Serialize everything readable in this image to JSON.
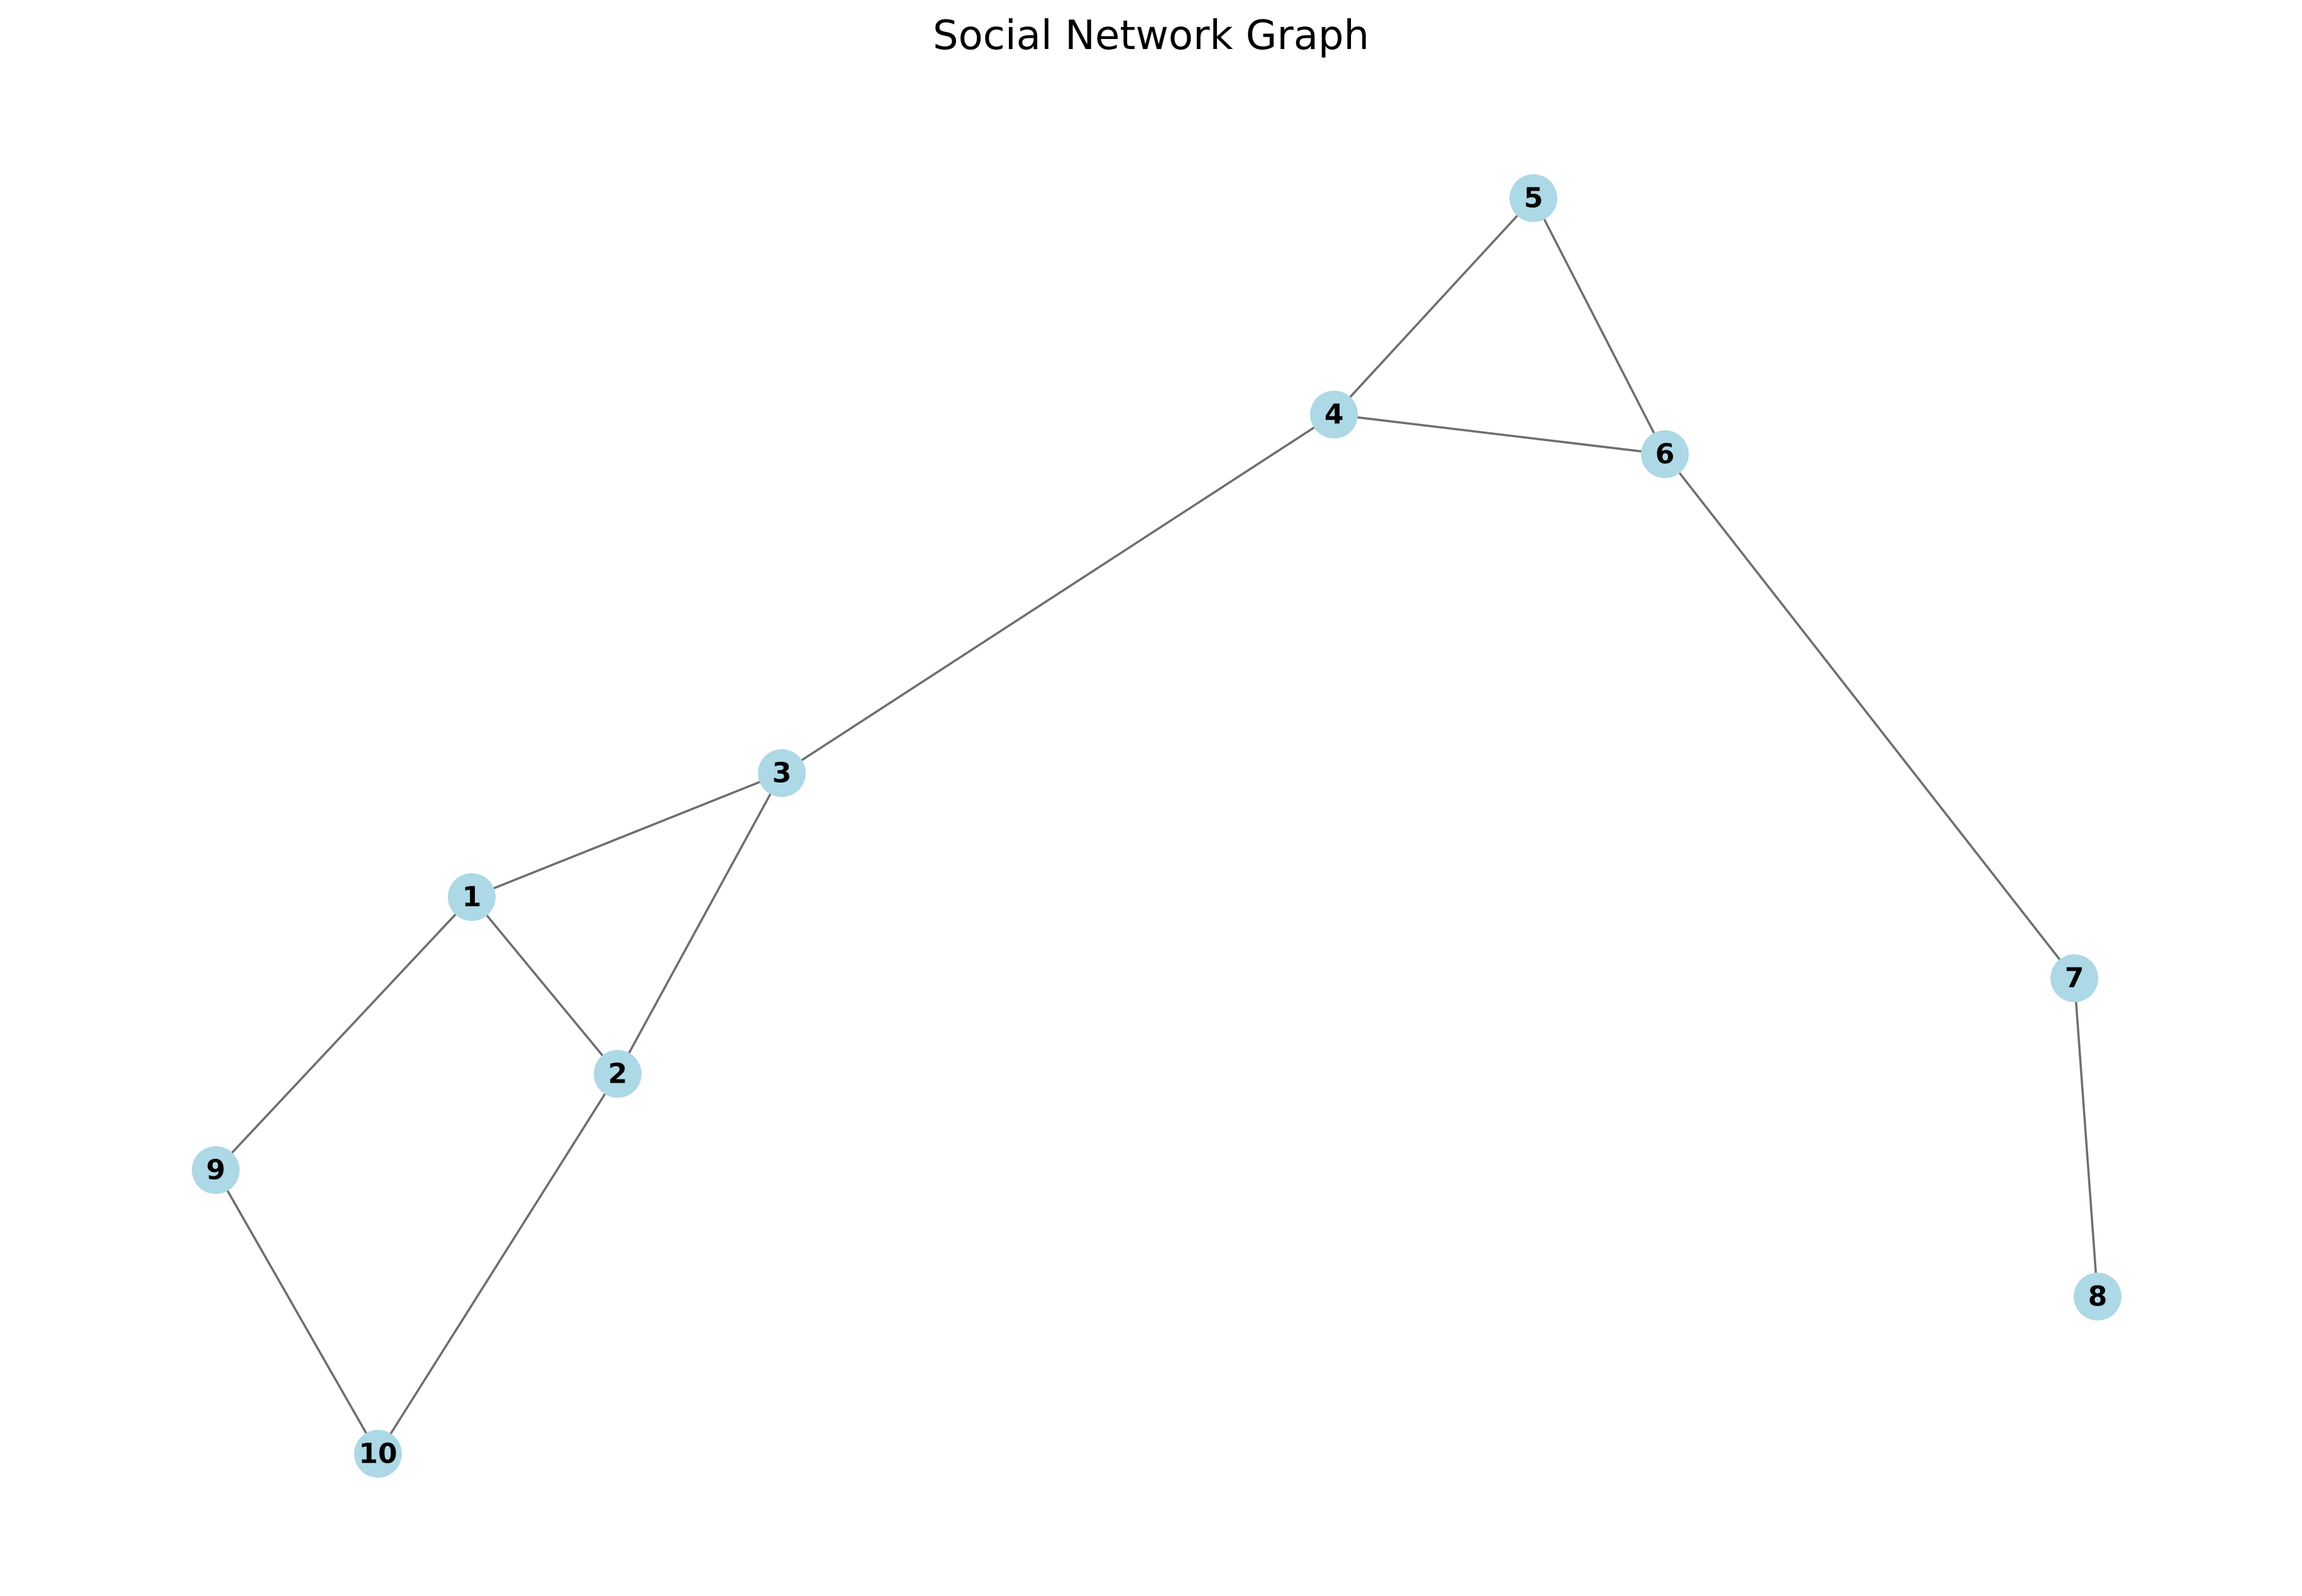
{
  "title": "Social Network Graph",
  "colors": {
    "node_fill": "#add8e6",
    "edge_stroke": "#6e6e6e",
    "label_text": "#000000",
    "background": "#ffffff"
  },
  "graph": {
    "nodes": [
      {
        "id": "1",
        "label": "1"
      },
      {
        "id": "2",
        "label": "2"
      },
      {
        "id": "3",
        "label": "3"
      },
      {
        "id": "4",
        "label": "4"
      },
      {
        "id": "5",
        "label": "5"
      },
      {
        "id": "6",
        "label": "6"
      },
      {
        "id": "7",
        "label": "7"
      },
      {
        "id": "8",
        "label": "8"
      },
      {
        "id": "9",
        "label": "9"
      },
      {
        "id": "10",
        "label": "10"
      }
    ],
    "edges": [
      {
        "source": "1",
        "target": "3"
      },
      {
        "source": "1",
        "target": "2"
      },
      {
        "source": "1",
        "target": "9"
      },
      {
        "source": "2",
        "target": "3"
      },
      {
        "source": "2",
        "target": "10"
      },
      {
        "source": "3",
        "target": "4"
      },
      {
        "source": "4",
        "target": "5"
      },
      {
        "source": "4",
        "target": "6"
      },
      {
        "source": "5",
        "target": "6"
      },
      {
        "source": "6",
        "target": "7"
      },
      {
        "source": "7",
        "target": "8"
      },
      {
        "source": "9",
        "target": "10"
      }
    ]
  }
}
